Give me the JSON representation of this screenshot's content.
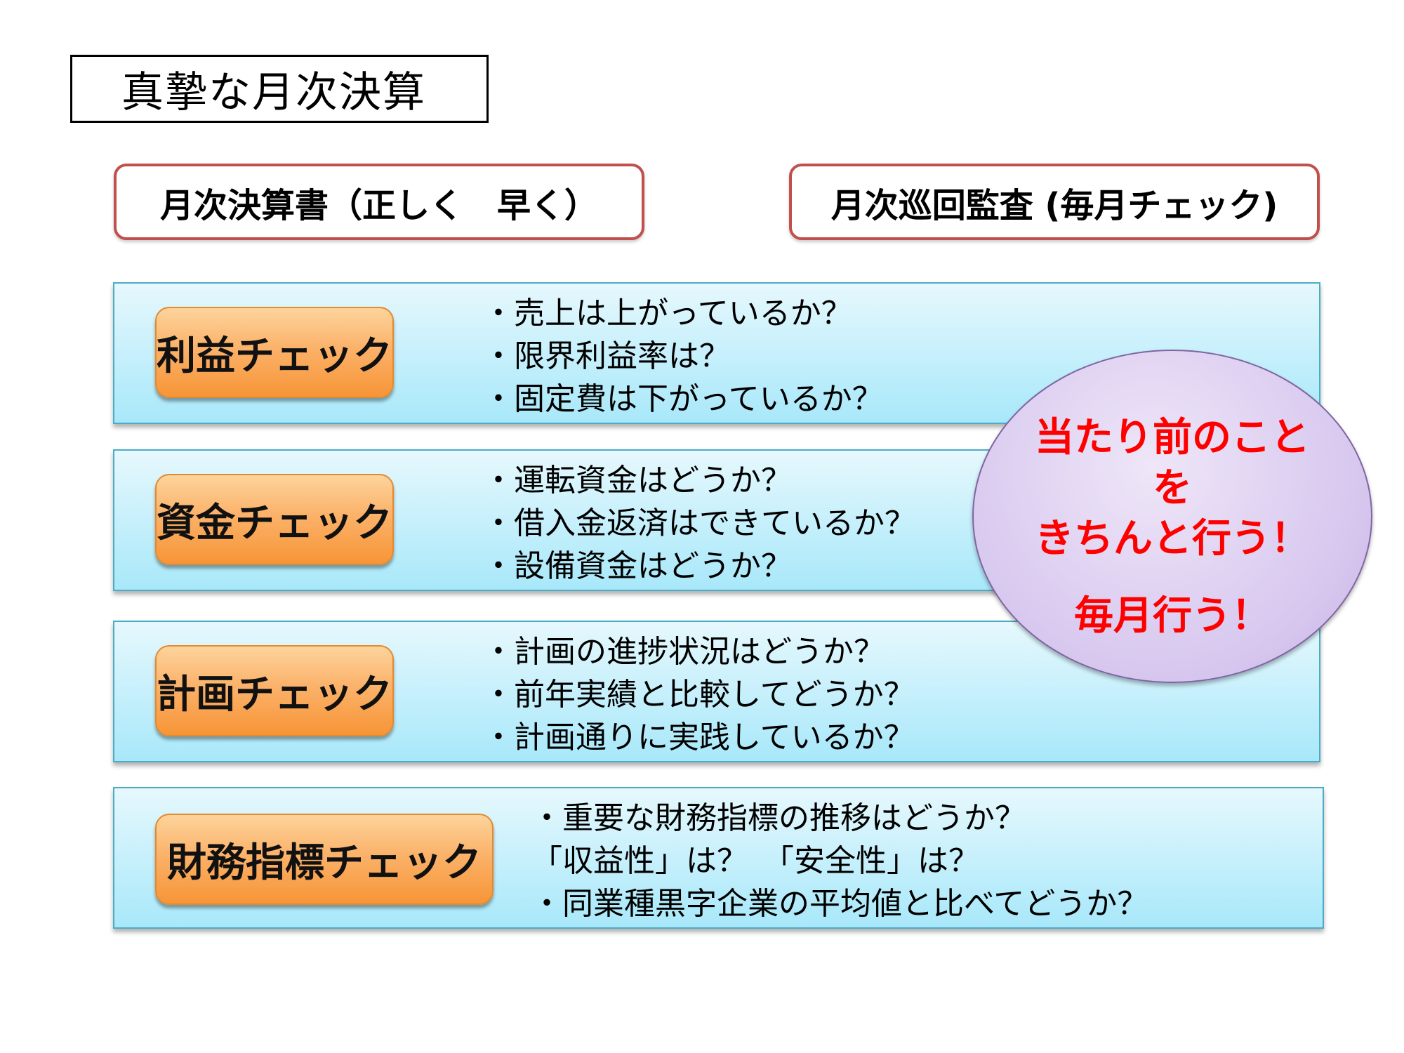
{
  "title": "真摯な月次決算",
  "headers": {
    "left": "月次決算書（正しく　早く）",
    "right": "月次巡回監査 (毎月チェック)"
  },
  "panels": [
    {
      "button": "利益チェック",
      "lines": [
        "・売上は上がっているか？",
        "・限界利益率は？",
        "・固定費は下がっているか？"
      ]
    },
    {
      "button": "資金チェック",
      "lines": [
        "・運転資金はどうか？",
        "・借入金返済はできているか？",
        "・設備資金はどうか？"
      ]
    },
    {
      "button": "計画チェック",
      "lines": [
        "・計画の進捗状況はどうか？",
        "・前年実績と比較してどうか？",
        "・計画通りに実践しているか？"
      ]
    },
    {
      "button": "財務指標チェック",
      "lines": [
        "・重要な財務指標の推移はどうか？",
        "「収益性」は？　「安全性」は？",
        "・同業種黒字企業の平均値と比べてどうか？"
      ]
    }
  ],
  "callout": {
    "lines": [
      "当たり前のこと",
      "を",
      "きちんと行う！",
      "毎月行う！"
    ]
  }
}
